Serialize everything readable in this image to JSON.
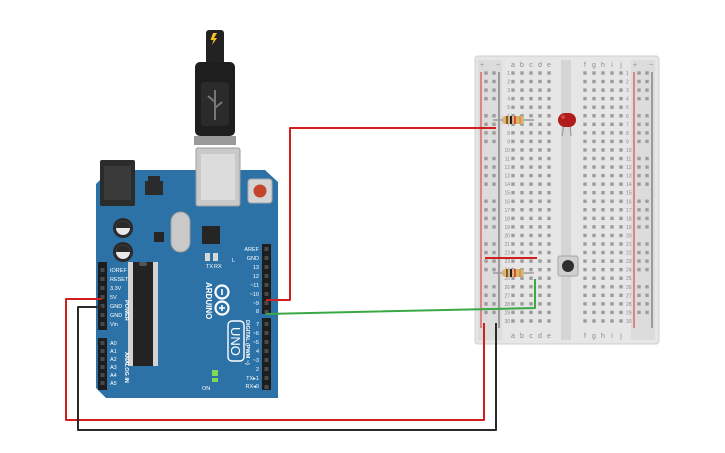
{
  "arduino": {
    "model_logo": "ARDUINO",
    "uno_label": "UNO",
    "on_label": "ON",
    "power_header_label": "POWER",
    "analog_header_label": "ANALOG IN",
    "digital_header_label": "DIGITAL (PWM ~)",
    "tx_label": "TX",
    "rx_label": "RX",
    "l_label": "L",
    "power_pins": [
      "IOREF",
      "RESET",
      "3.3V",
      "5V",
      "GND",
      "GND",
      "Vin"
    ],
    "analog_pins": [
      "A0",
      "A1",
      "A2",
      "A3",
      "A4",
      "A5"
    ],
    "digital_pins_upper": [
      "AREF",
      "GND",
      "13",
      "12",
      "~11",
      "~10",
      "~9",
      "8"
    ],
    "digital_pins_lower": [
      "7",
      "~6",
      "~5",
      "4",
      "~3",
      "2",
      "TX▸1",
      "RX◂0"
    ]
  },
  "breadboard": {
    "left_columns": [
      "a",
      "b",
      "c",
      "d",
      "e"
    ],
    "right_columns": [
      "f",
      "g",
      "h",
      "i",
      "j"
    ],
    "rail_plus": "+",
    "rail_minus": "−",
    "rows": 30
  },
  "colors": {
    "board": "#2c72a6",
    "wire_red": "#d11f1f",
    "wire_black": "#2a2a2a",
    "wire_green": "#3aa845",
    "led_red": "#b31c1c"
  }
}
